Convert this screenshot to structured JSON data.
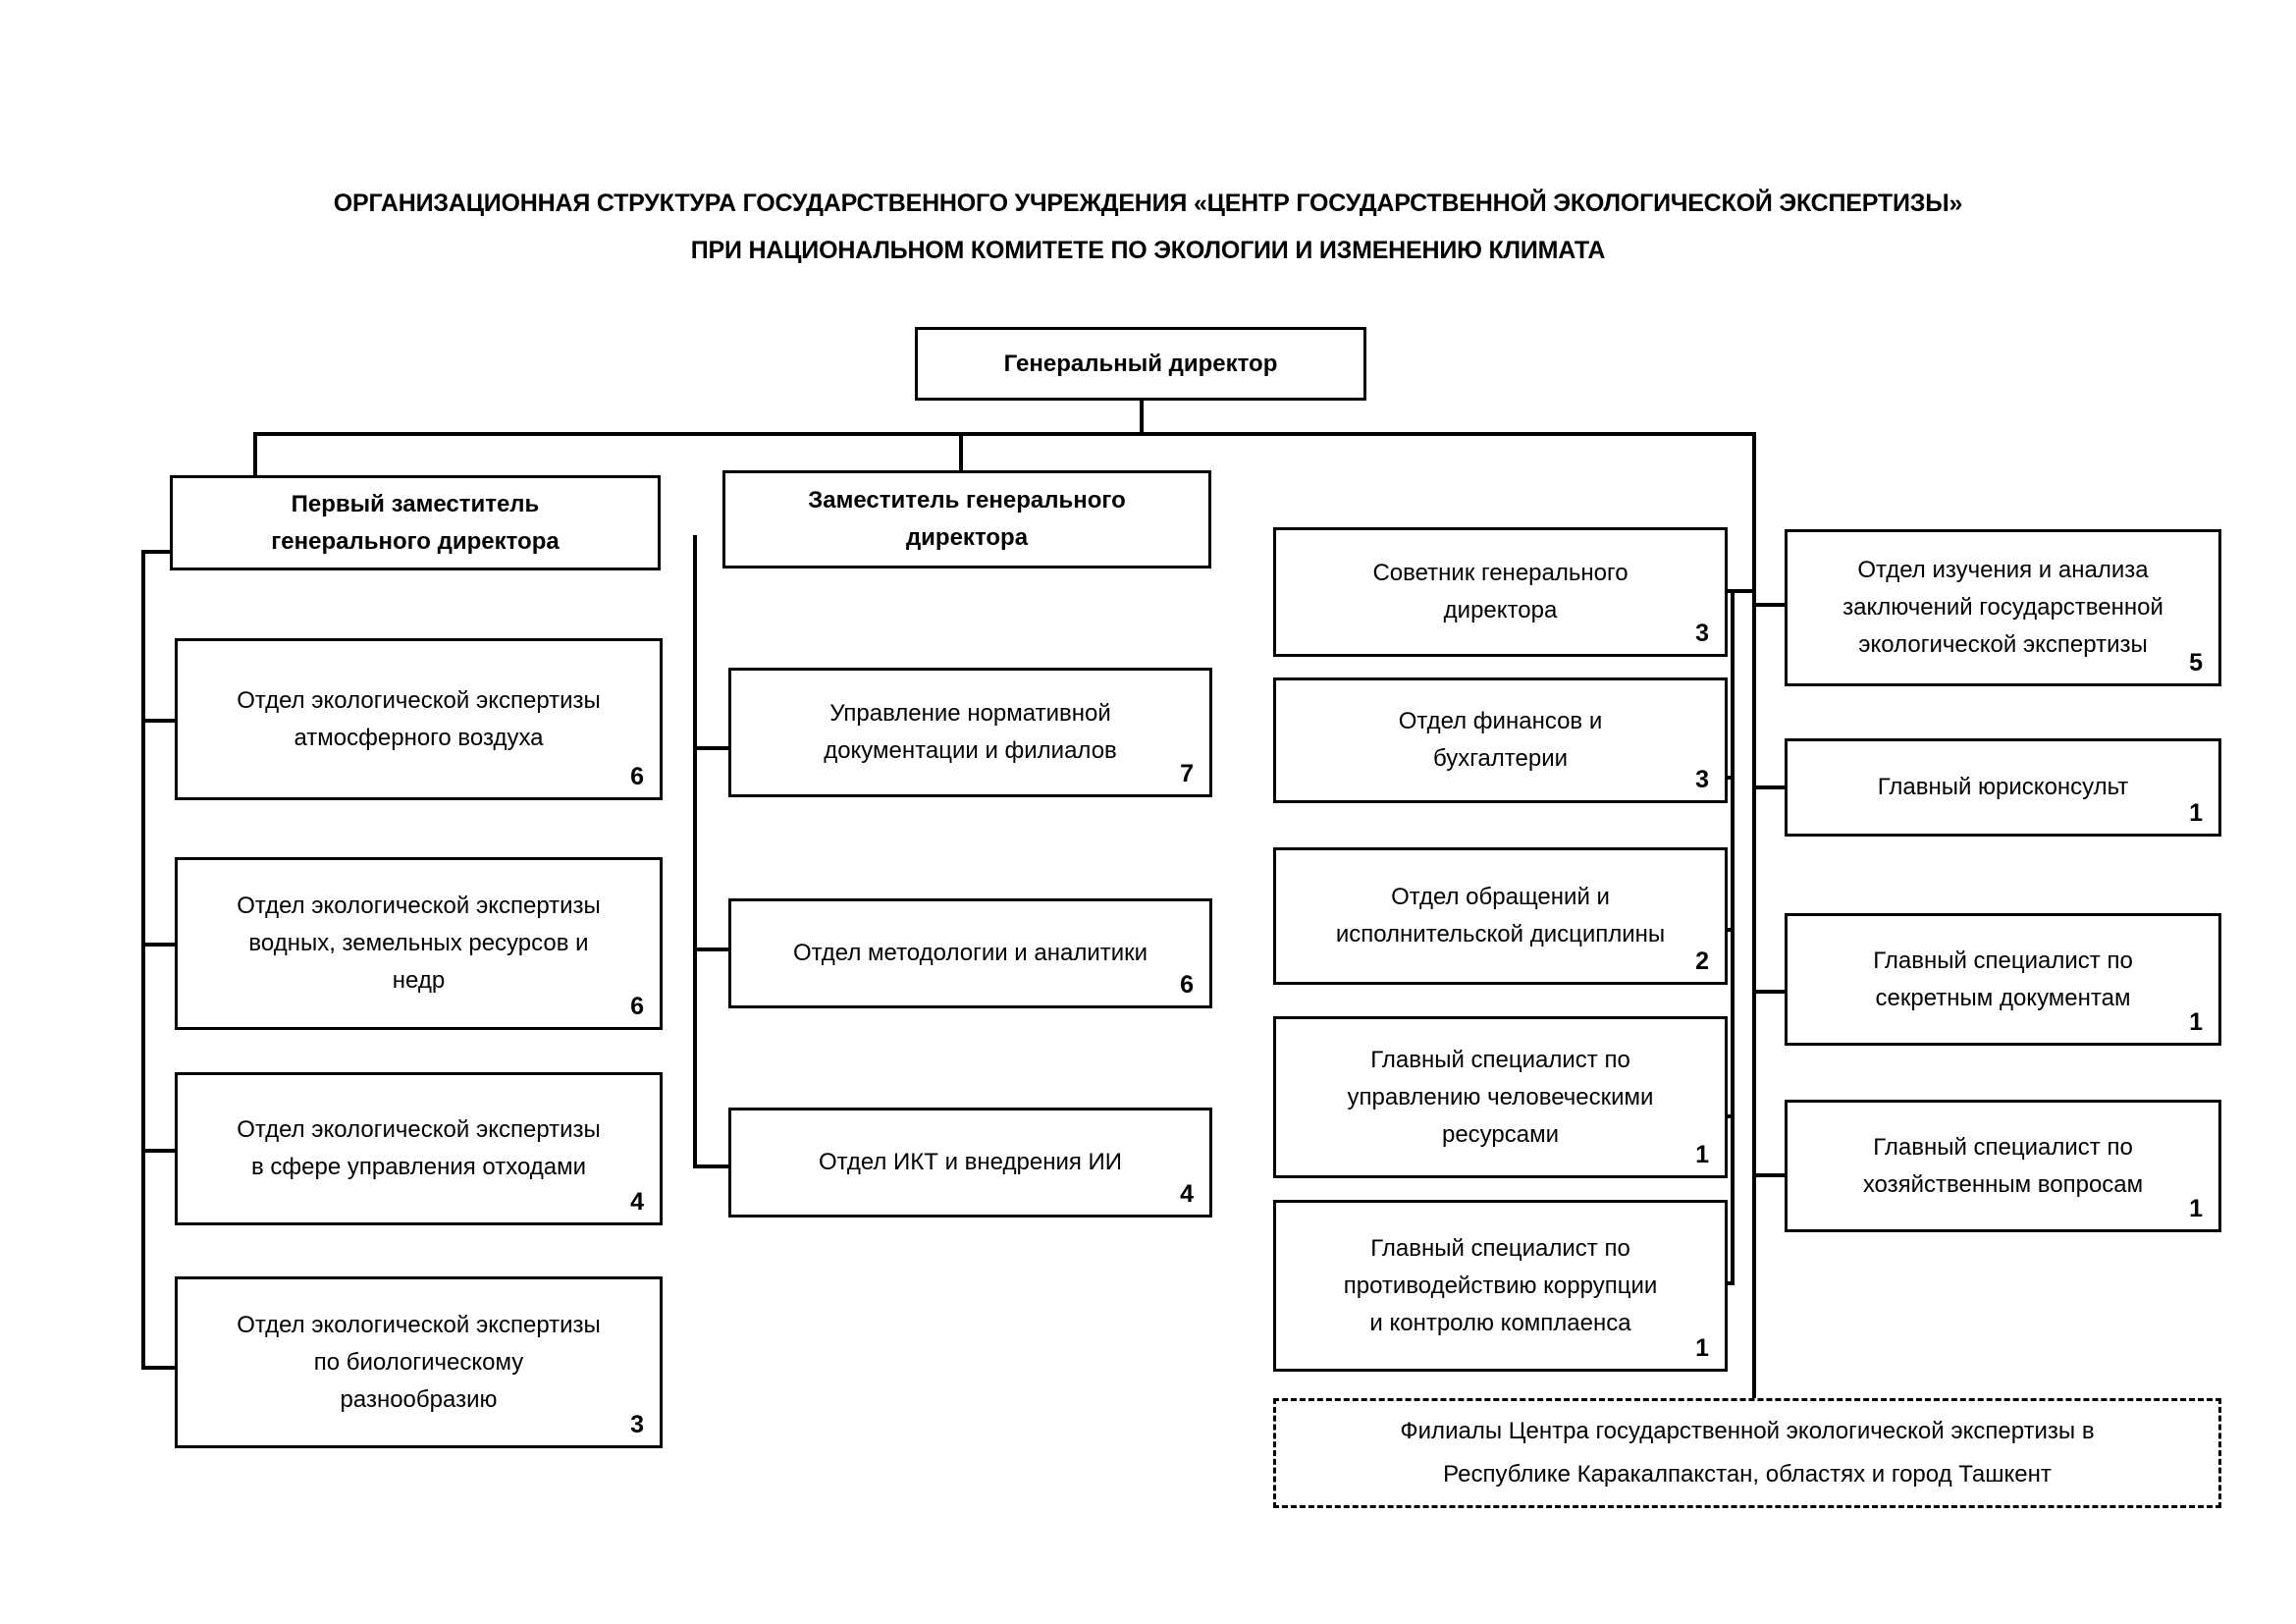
{
  "title": {
    "line1": "ОРГАНИЗАЦИОННАЯ СТРУКТУРА ГОСУДАРСТВЕННОГО УЧРЕЖДЕНИЯ «ЦЕНТР ГОСУДАРСТВЕННОЙ ЭКОЛОГИЧЕСКОЙ ЭКСПЕРТИЗЫ»",
    "line2": "ПРИ НАЦИОНАЛЬНОМ КОМИТЕТЕ ПО ЭКОЛОГИИ И ИЗМЕНЕНИЮ КЛИМАТА"
  },
  "root": {
    "label": "Генеральный директор",
    "count": ""
  },
  "level1": [
    {
      "label": "Первый заместитель\nгенерального директора",
      "count": ""
    },
    {
      "label": "Заместитель генерального\nдиректора",
      "count": ""
    }
  ],
  "column_first_deputy": [
    {
      "label": "Отдел экологической экспертизы\nатмосферного воздуха",
      "count": "6"
    },
    {
      "label": "Отдел экологической экспертизы\nводных, земельных ресурсов и\nнедр",
      "count": "6"
    },
    {
      "label": "Отдел экологической экспертизы\nв сфере управления отходами",
      "count": "4"
    },
    {
      "label": "Отдел экологической экспертизы\nпо биологическому\nразнообразию",
      "count": "3"
    }
  ],
  "column_deputy": [
    {
      "label": "Управление нормативной\nдокументации и филиалов",
      "count": "7"
    },
    {
      "label": "Отдел методологии и аналитики",
      "count": "6"
    },
    {
      "label": "Отдел ИКТ и внедрения ИИ",
      "count": "4"
    }
  ],
  "column_direct_left": [
    {
      "label": "Советник генерального\nдиректора",
      "count": "3"
    },
    {
      "label": "Отдел финансов и\nбухгалтерии",
      "count": "3"
    },
    {
      "label": "Отдел обращений и\nисполнительской дисциплины",
      "count": "2"
    },
    {
      "label": "Главный специалист по\nуправлению человеческими\nресурсами",
      "count": "1"
    },
    {
      "label": "Главный специалист по\nпротиводействию коррупции\nи контролю комплаенса",
      "count": "1"
    }
  ],
  "column_direct_right": [
    {
      "label": "Отдел изучения и анализа\nзаключений государственной\nэкологической экспертизы",
      "count": "5"
    },
    {
      "label": "Главный юрисконсульт",
      "count": "1"
    },
    {
      "label": "Главный специалист по\nсекретным документам",
      "count": "1"
    },
    {
      "label": "Главный специалист по\nхозяйственным вопросам",
      "count": "1"
    }
  ],
  "branches": {
    "label": "Филиалы Центра государственной экологической экспертизы в\nРеспублике Каракалпакстан, областях и город Ташкент",
    "count": ""
  },
  "colors": {
    "line": "#000000",
    "box_fill": "#ffffff",
    "text": "#000000"
  }
}
